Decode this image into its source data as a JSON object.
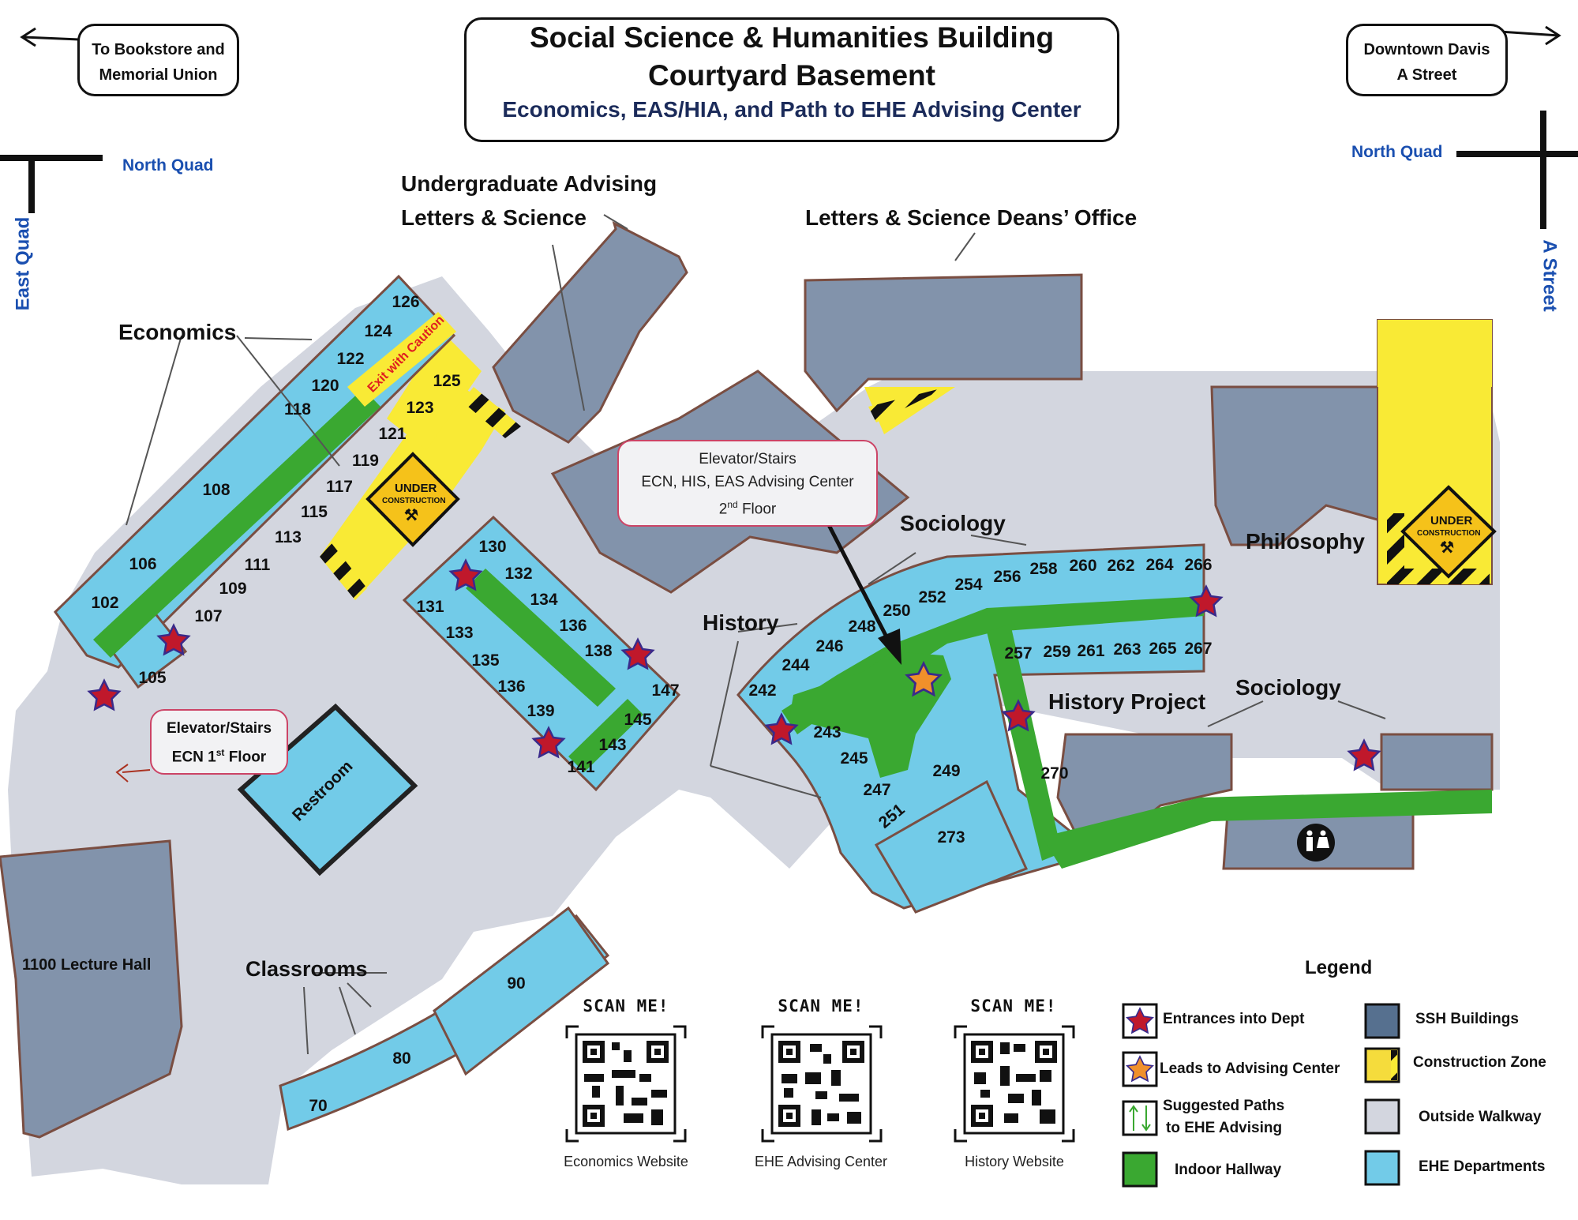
{
  "header": {
    "title_line1": "Social Science & Humanities Building",
    "title_line2": "Courtyard Basement",
    "subtitle": "Economics, EAS/HIA, and Path to EHE Advising Center"
  },
  "corners": {
    "left_sign_line1": "To Bookstore and",
    "left_sign_line2": "Memorial Union",
    "right_sign_line1": "Downtown Davis",
    "right_sign_line2": "A Street"
  },
  "streets": {
    "north_quad_left": "North Quad",
    "north_quad_right": "North Quad",
    "east_quad": "East Quad",
    "a_street": "A Street"
  },
  "areas": {
    "undergrad_line1": "Undergraduate Advising",
    "undergrad_line2": "Letters & Science",
    "deans_office": "Letters & Science Deans’ Office",
    "economics": "Economics",
    "sociology_top": "Sociology",
    "sociology_right": "Sociology",
    "history": "History",
    "history_project": "History Project",
    "philosophy": "Philosophy",
    "classrooms": "Classrooms",
    "lecture_hall": "1100 Lecture Hall",
    "restroom": "Restroom",
    "exit_caution": "Exit with Caution",
    "under": "UNDER",
    "construction": "CONSTRUCTION"
  },
  "callouts": {
    "elevator_2nd_line1": "Elevator/Stairs",
    "elevator_2nd_line2": "ECN, HIS, EAS Advising Center",
    "elevator_2nd_line3_num": "2",
    "elevator_2nd_line3_sup": "nd",
    "elevator_2nd_line3_rest": " Floor",
    "elevator_1st_line1": "Elevator/Stairs",
    "elevator_1st_line2_pre": "ECN 1",
    "elevator_1st_line2_sup": "st",
    "elevator_1st_line2_rest": " Floor"
  },
  "rooms": {
    "econ": [
      "126",
      "124",
      "122",
      "120",
      "118",
      "125",
      "123",
      "121",
      "119",
      "117",
      "115",
      "113",
      "111",
      "109",
      "108",
      "107",
      "106",
      "105",
      "102"
    ],
    "eas": [
      "130",
      "132",
      "134",
      "136",
      "138",
      "131",
      "133",
      "135",
      "136",
      "139",
      "141",
      "143",
      "145",
      "147"
    ],
    "history": [
      "250",
      "252",
      "254",
      "256",
      "258",
      "260",
      "262",
      "264",
      "266",
      "248",
      "246",
      "244",
      "242",
      "243",
      "245",
      "247",
      "251",
      "249",
      "273",
      "270",
      "257",
      "259",
      "261",
      "263",
      "265",
      "267"
    ],
    "classrooms": [
      "90",
      "80",
      "70"
    ]
  },
  "qr": {
    "scan_text": "SCAN ME!",
    "captions": [
      "Economics Website",
      "EHE Advising Center",
      "History Website"
    ]
  },
  "legend": {
    "title": "Legend",
    "items": [
      {
        "label": "Entrances into Dept",
        "icon": "red-star-icon"
      },
      {
        "label": "Leads to Advising Center",
        "icon": "orange-star-icon"
      },
      {
        "label_line1": "Suggested Paths",
        "label_line2": "to EHE Advising",
        "icon": "path-arrows-icon"
      },
      {
        "label": "Indoor Hallway",
        "color": "#3aa831"
      },
      {
        "label": "SSH Buildings",
        "color": "#56708f"
      },
      {
        "label": "Construction Zone",
        "color": "#f5dc3c"
      },
      {
        "label": "Outside Walkway",
        "color": "#d3d6df"
      },
      {
        "label": "EHE Departments",
        "color": "#72cbe8"
      }
    ]
  },
  "colors": {
    "walkway": "#d3d6df",
    "ssh": "#8293ab",
    "ehe": "#72cbe8",
    "hallway": "#3aa831",
    "construction": "#f9ea35",
    "star_red": "#c0182b",
    "star_orange": "#f0902a",
    "wall": "#8a5a4a",
    "street_blue": "#1a4fb0"
  }
}
